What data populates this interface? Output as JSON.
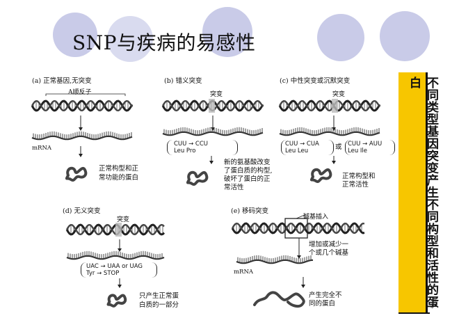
{
  "slide": {
    "title": "SNP与疾病的易感性"
  },
  "panels": {
    "a": {
      "label": "(a) 正常基因,无突变",
      "gene_tag": "A顺反子",
      "mrna_label": "mRNA",
      "note_line1": "正常构型和正",
      "note_line2": "常功能的蛋白"
    },
    "b": {
      "label": "(b) 错义突变",
      "mutation_tag": "突变",
      "codon_top": "CUU → CCU",
      "codon_bottom": "Leu      Pro",
      "note_line1": "新的氨基酸改变",
      "note_line2": "了蛋白质的构型,",
      "note_line3": "破坏了蛋白的正",
      "note_line4": "常活性"
    },
    "c": {
      "label": "(c) 中性突变或沉默突变",
      "mutation_tag": "突变",
      "codon_top": "CUU → CUA",
      "codon_bottom": "Leu      Leu",
      "or_word": "或",
      "codon2_top": "CUU → AUU",
      "codon2_bottom": "Leu      Ile",
      "note_line1": "正常构型和",
      "note_line2": "正常活性"
    },
    "d": {
      "label": "(d) 无义突变",
      "mutation_tag": "突变",
      "codon_top": "UAC → UAA or UAG",
      "codon_bottom": "Tyr  → STOP",
      "note_line1": "只产生正常蛋",
      "note_line2": "白质的一部分"
    },
    "e": {
      "label": "(e) 移码突变",
      "insert_tag": "碱基插入",
      "change_line1": "增加或减少一",
      "change_line2": "个或几个碱基",
      "mrna_label": "mRNA",
      "note_line1": "产生完全不",
      "note_line2": "同的蛋白"
    }
  },
  "sidebar": {
    "text": "不同类型基因突变产生不同构型和活性的蛋白",
    "color": "#f7c600"
  },
  "footer": {
    "star": "*"
  },
  "colors": {
    "circle": "#c9cbe8",
    "accent": "#f7c600"
  }
}
